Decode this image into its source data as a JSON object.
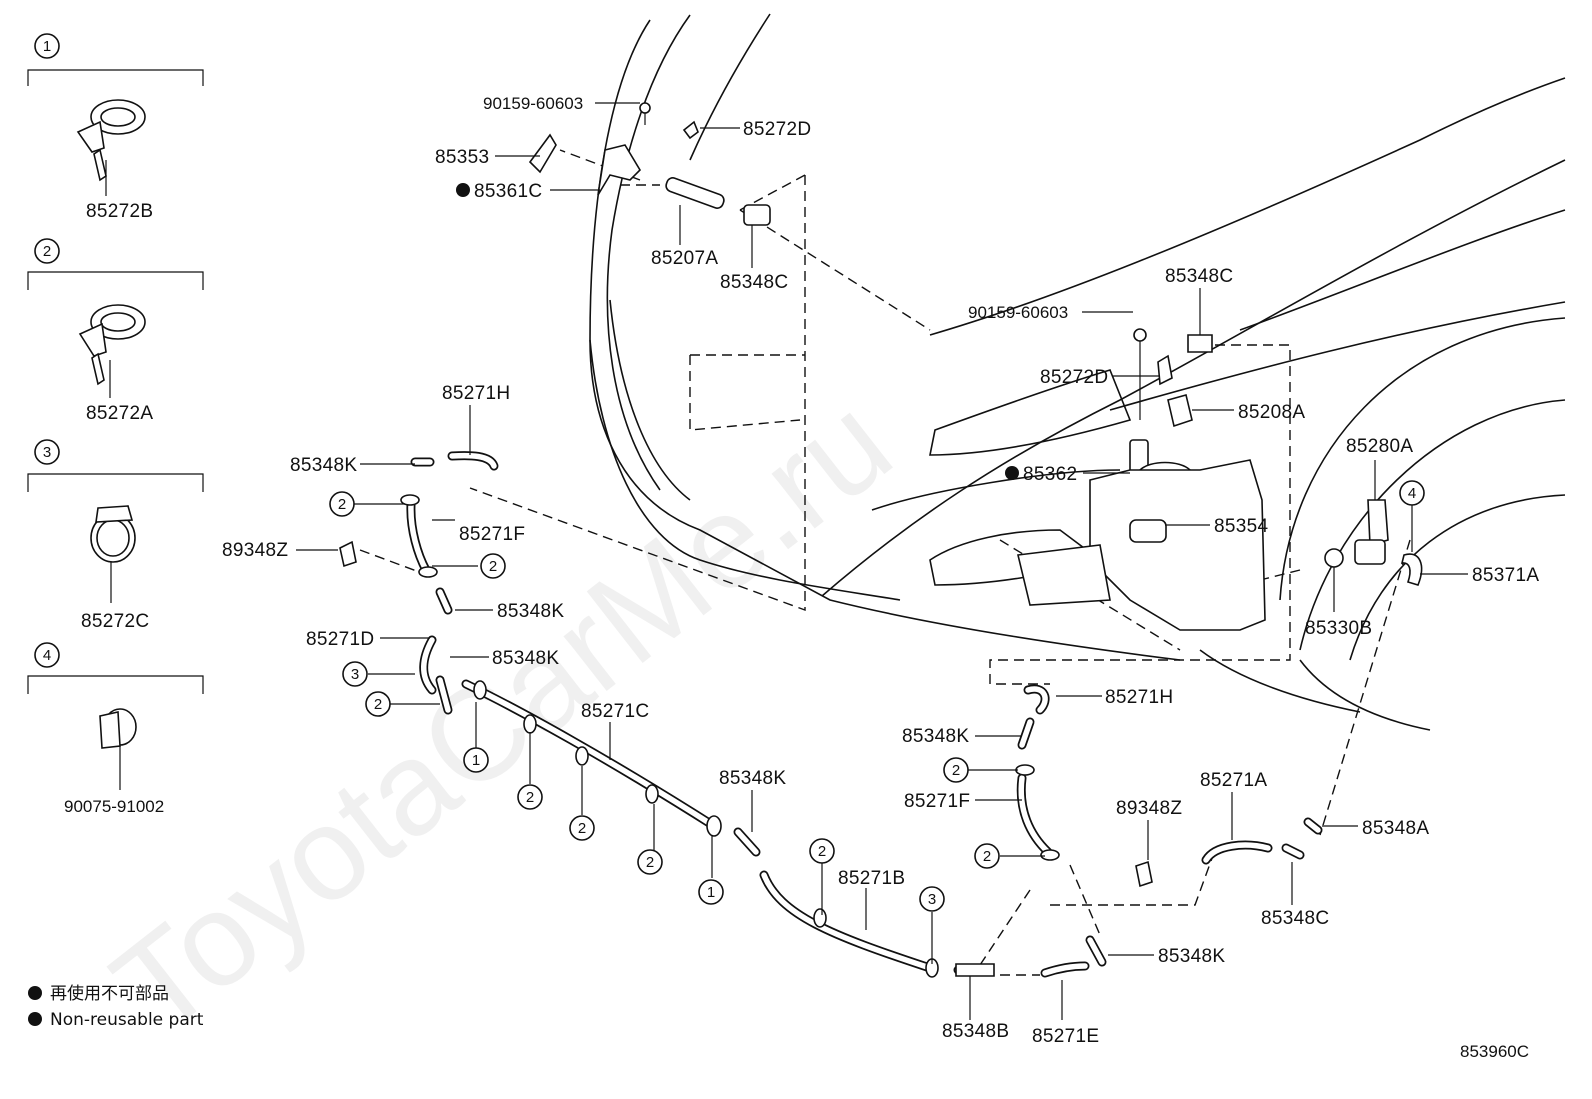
{
  "watermark": "ToyotaCarMe.ru",
  "figure_code": "853960C",
  "legend_notes": {
    "japanese": "再使用不可部品",
    "english": "Non-reusable part"
  },
  "clip_legend": [
    {
      "num": "1",
      "part": "85272B"
    },
    {
      "num": "2",
      "part": "85272A"
    },
    {
      "num": "3",
      "part": "85272C"
    },
    {
      "num": "4",
      "part": "90075-91002"
    }
  ],
  "labels": {
    "p90159_top": "90159-60603",
    "p85272D_top": "85272D",
    "p85353": "85353",
    "p85361C": "85361C",
    "p85207A": "85207A",
    "p85348C_top": "85348C",
    "p90159_mid": "90159-60603",
    "p85348C_mid": "85348C",
    "p85272D_mid": "85272D",
    "p85208A": "85208A",
    "p85362": "85362",
    "p85354": "85354",
    "p85280A": "85280A",
    "p85371A": "85371A",
    "p85330B": "85330B",
    "p85271H_left": "85271H",
    "p85348K_a": "85348K",
    "p85271F_left": "85271F",
    "p89348Z_left": "89348Z",
    "p85348K_b": "85348K",
    "p85271D": "85271D",
    "p85348K_c": "85348K",
    "p85271C": "85271C",
    "p85348K_d": "85348K",
    "p85271B": "85271B",
    "p85348B": "85348B",
    "p85271E": "85271E",
    "p85348K_e": "85348K",
    "p85271H_right": "85271H",
    "p85348K_f": "85348K",
    "p85271F_right": "85271F",
    "p89348Z_right": "89348Z",
    "p85271A": "85271A",
    "p85348A": "85348A",
    "p85348C_bottom": "85348C"
  },
  "clip_callouts": [
    "2",
    "2",
    "3",
    "2",
    "1",
    "2",
    "2",
    "2",
    "1",
    "2",
    "3",
    "2",
    "2",
    "4"
  ]
}
